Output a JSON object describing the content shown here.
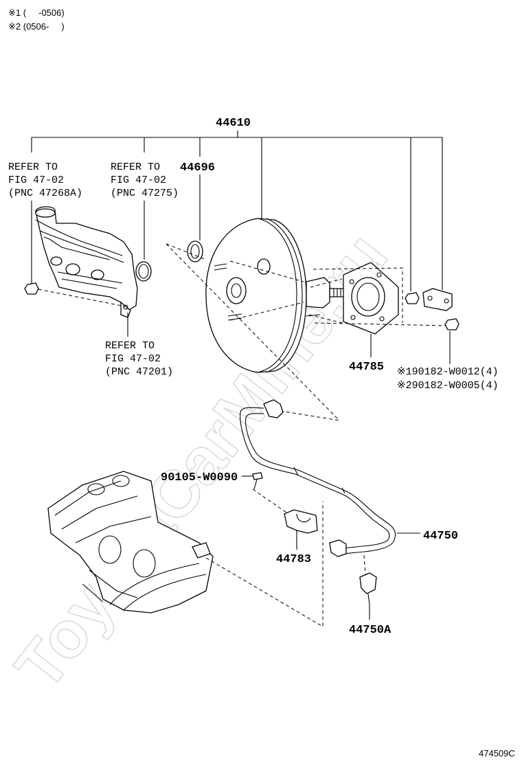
{
  "notes": {
    "line1": "※1 (     -0506)",
    "line2": "※2 (0506-     )"
  },
  "refs": {
    "ref_a": {
      "l1": "REFER TO",
      "l2": "FIG 47-02",
      "l3": "(PNC 47268A)"
    },
    "ref_b": {
      "l1": "REFER TO",
      "l2": "FIG 47-02",
      "l3": "(PNC 47275)"
    },
    "ref_c": {
      "l1": "REFER TO",
      "l2": "FIG 47-02",
      "l3": "(PNC 47201)"
    }
  },
  "parts": {
    "p44610": "44610",
    "p44696": "44696",
    "p44785": "44785",
    "p90182_1": "※190182-W0012(4)",
    "p90182_2": "※290182-W0005(4)",
    "p90105": "90105-W0090",
    "p44750": "44750",
    "p44783": "44783",
    "p44750A": "44750A"
  },
  "figure_id": "474509C",
  "watermark": "ToyotaCarMine.ru"
}
